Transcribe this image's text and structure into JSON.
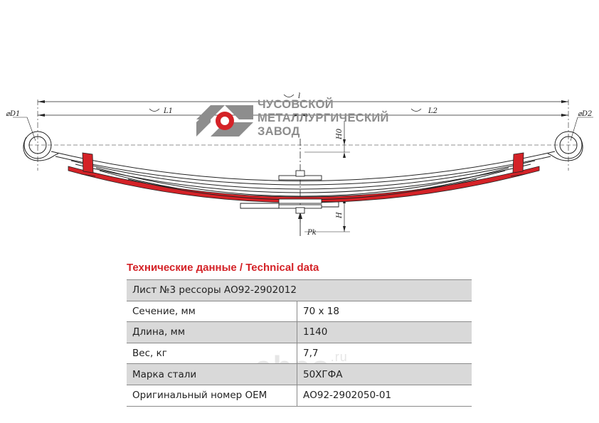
{
  "drawing": {
    "labels": {
      "d1": "⌀D1",
      "d2": "⌀D2",
      "l": "l",
      "l1": "L1",
      "l2": "L2",
      "h0": "H0",
      "h": "H",
      "pk": "Pk"
    },
    "colors": {
      "accent": "#d42227",
      "line": "#222222",
      "logo_gray": "#8d8d8d"
    }
  },
  "logo": {
    "lines": [
      "ЧУСОВСКОЙ",
      "МЕТАЛЛУРГИЧЕСКИЙ",
      "ЗАВОД"
    ]
  },
  "tech": {
    "title": "Технические данные / Technical data",
    "header": "Лист №3 рессоры АО92-2902012",
    "rows": [
      {
        "label": "Сечение, мм",
        "value": "70 x 18"
      },
      {
        "label": "Длина, мм",
        "value": "1140"
      },
      {
        "label": "Вес, кг",
        "value": "7,7"
      },
      {
        "label": "Марка стали",
        "value": "50ХГФА"
      },
      {
        "label": "Оригинальный номер OEM",
        "value": "АО92-2902050-01"
      }
    ]
  },
  "watermark": {
    "text": "abco",
    "suffix": ".ru"
  }
}
